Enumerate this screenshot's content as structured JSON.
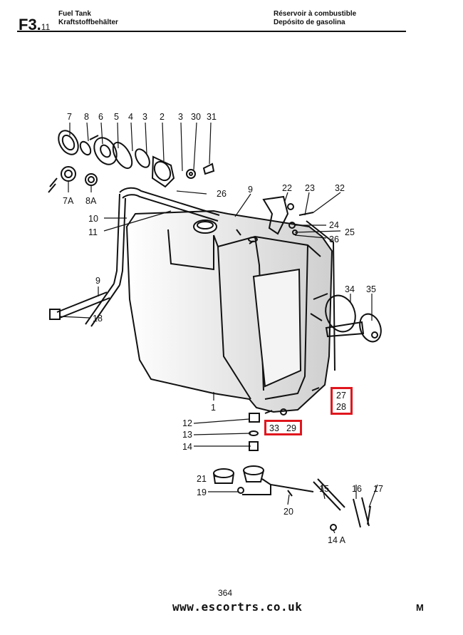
{
  "header": {
    "section_code": "F3.",
    "section_sub": "11",
    "title_en": "Fuel Tank",
    "title_de": "Kraftstoffbehälter",
    "title_fr": "Réservoir à combustible",
    "title_es": "Depósito de gasolina"
  },
  "callouts": {
    "c7": "7",
    "c8": "8",
    "c6": "6",
    "c5": "5",
    "c4": "4",
    "c3a": "3",
    "c2": "2",
    "c3b": "3",
    "c30": "30",
    "c31": "31",
    "c26": "26",
    "c9a": "9",
    "c22": "22",
    "c23": "23",
    "c32": "32",
    "c24": "24",
    "c25": "25",
    "c36": "36",
    "c7A": "7A",
    "c8A": "8A",
    "c10": "10",
    "c11": "11",
    "c9b": "9",
    "c18": "18",
    "c34": "34",
    "c35": "35",
    "c27": "27",
    "c28": "28",
    "c1": "1",
    "c12": "12",
    "c33": "33",
    "c29": "29",
    "c13": "13",
    "c14": "14",
    "c21": "21",
    "c19": "19",
    "c15": "15",
    "c16": "16",
    "c17": "17",
    "c20": "20",
    "c14A": "14 A"
  },
  "footer": {
    "page_number": "364",
    "website": "www.escortrs.co.uk",
    "logo": "M"
  },
  "colors": {
    "highlight": "#e0161e",
    "ink": "#111111"
  }
}
